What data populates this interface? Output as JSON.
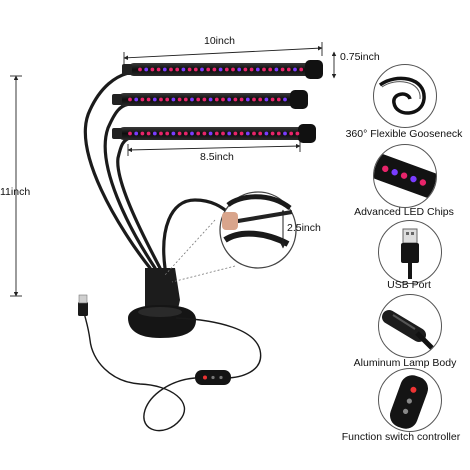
{
  "dimensions": {
    "bar_length": "10inch",
    "bar_width": "0.75inch",
    "short_length": "8.5inch",
    "height": "11inch",
    "clip_opening": "2.5inch"
  },
  "features": [
    {
      "label": "360° Flexible Gooseneck",
      "icon": "gooseneck-icon"
    },
    {
      "label": "Advanced LED Chips",
      "icon": "led-chip-icon"
    },
    {
      "label": "USB Port",
      "icon": "usb-plug-icon"
    },
    {
      "label": "Aluminum Lamp Body",
      "icon": "lamp-body-icon"
    },
    {
      "label": "Function switch controller",
      "icon": "controller-icon"
    }
  ],
  "colors": {
    "led_red": "#e8246a",
    "led_blue": "#7a3cff",
    "lamp_body": "#1a1a1a"
  }
}
